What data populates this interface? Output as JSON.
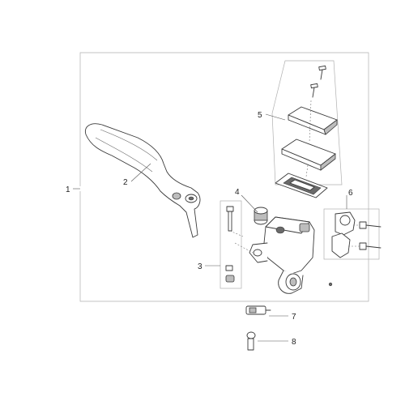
{
  "callouts": [
    {
      "id": "1",
      "label": "1"
    },
    {
      "id": "2",
      "label": "2"
    },
    {
      "id": "3",
      "label": "3"
    },
    {
      "id": "4",
      "label": "4"
    },
    {
      "id": "5",
      "label": "5"
    },
    {
      "id": "6",
      "label": "6"
    },
    {
      "id": "7",
      "label": "7"
    },
    {
      "id": "8",
      "label": "8"
    }
  ],
  "colors": {
    "line": "#3a3a3a",
    "frame": "#b0b0b0",
    "shade": "#bdbdbd",
    "background": "#ffffff"
  },
  "parts": [
    "brake-lever",
    "reservoir-cap-screws",
    "reservoir-cover",
    "reservoir-diaphragm",
    "master-cylinder-body",
    "fitting",
    "handlebar-clamp",
    "clamp-bolts",
    "brake-light-switch",
    "switch-screw"
  ]
}
